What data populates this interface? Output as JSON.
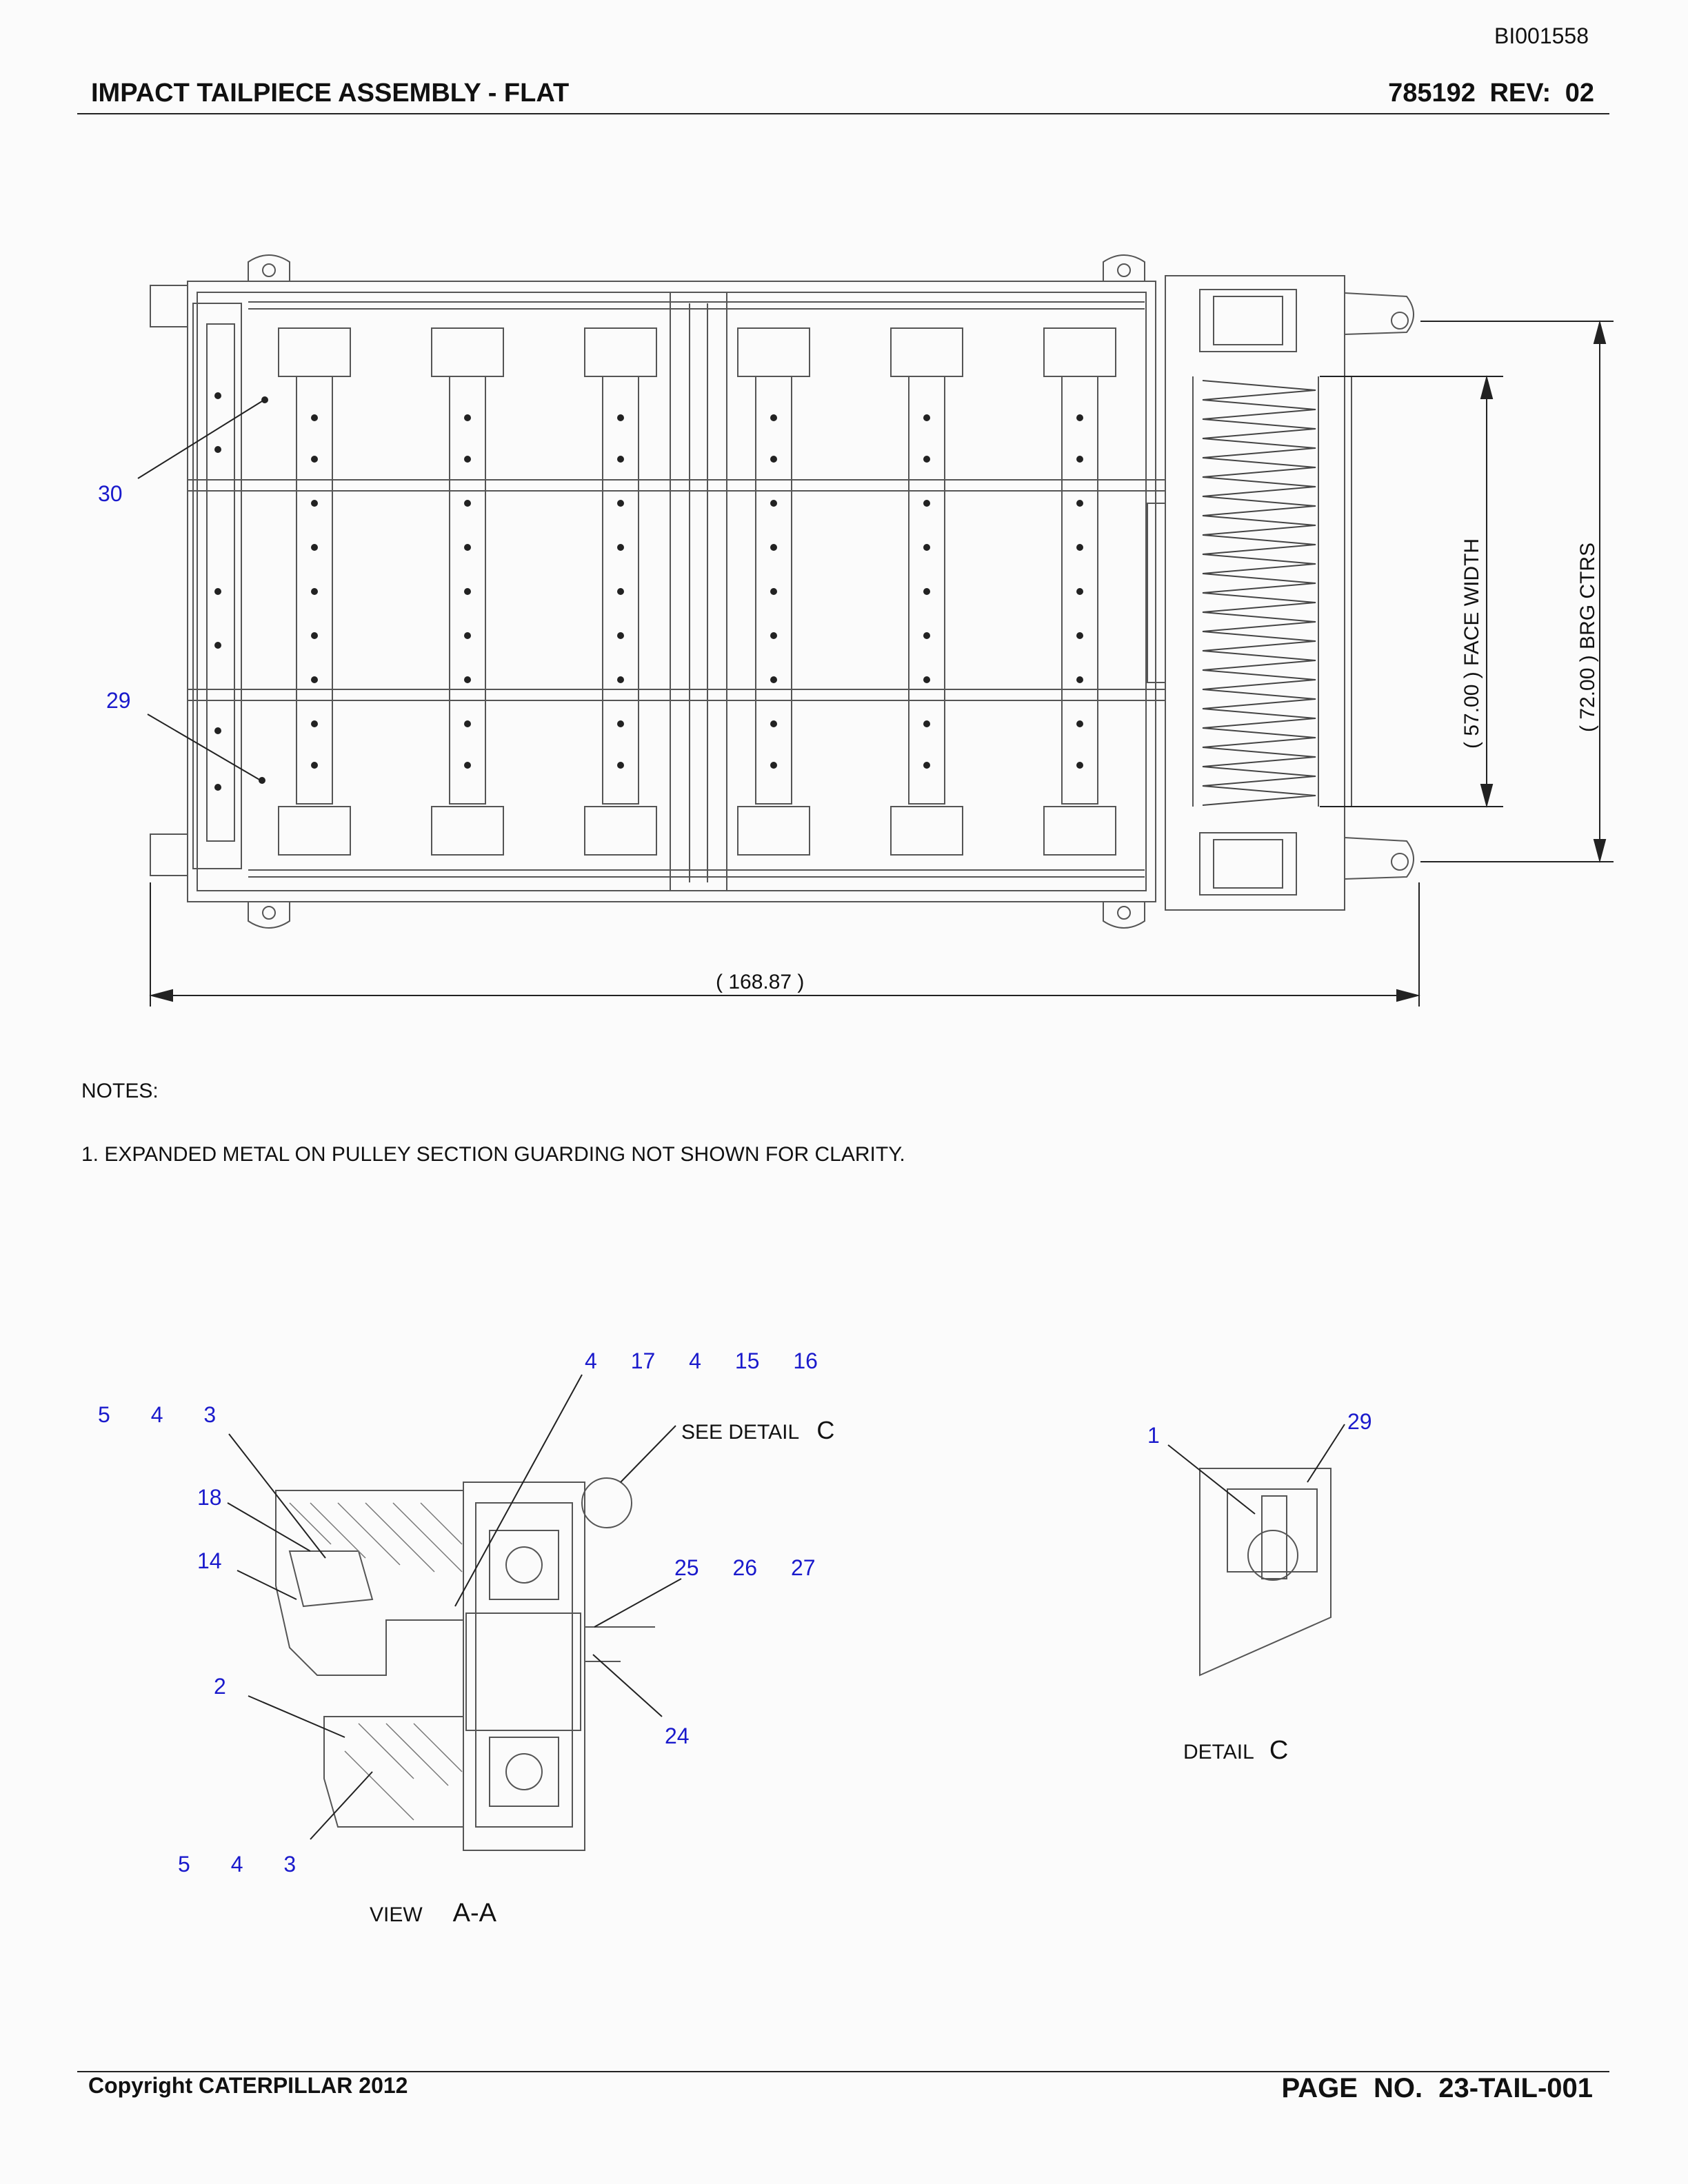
{
  "header": {
    "doc_id": "BI001558",
    "title": "IMPACT TAILPIECE ASSEMBLY - FLAT",
    "part_rev": "785192    REV:   02"
  },
  "plan_view": {
    "callouts": [
      "30",
      "29"
    ],
    "dim_overall": "( 168.87      )",
    "dim_face": "( 57.00      )  FACE WIDTH",
    "dim_brg": "( 72.00      )  BRG CTRS"
  },
  "notes": {
    "heading": "NOTES:",
    "items": [
      "1. EXPANDED METAL ON PULLEY SECTION GUARDING NOT SHOWN FOR CLARITY."
    ]
  },
  "view_aa": {
    "callouts_top_right": [
      "4",
      "17",
      "4",
      "15",
      "16"
    ],
    "callouts_top_left": [
      "5",
      "4",
      "3"
    ],
    "callout_18": "18",
    "callout_14": "14",
    "callout_2": "2",
    "callouts_bottom": [
      "5",
      "4",
      "3"
    ],
    "callouts_mid_right": [
      "25",
      "26",
      "27"
    ],
    "callout_24": "24",
    "see_detail": "SEE DETAIL",
    "see_detail_letter": "C",
    "label_view": "VIEW",
    "label_section": "A-A"
  },
  "detail_c": {
    "callout_1": "1",
    "callout_29": "29",
    "label": "DETAIL",
    "letter": "C"
  },
  "footer": {
    "copyright": "Copyright CATERPILLAR 2012",
    "page_no": "PAGE NO.   23-TAIL-001"
  }
}
